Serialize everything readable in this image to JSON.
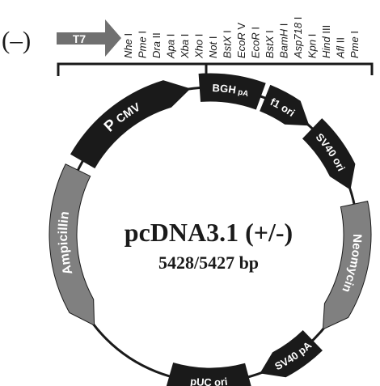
{
  "strand": "(–)",
  "promoter_tag": "T7",
  "mcs_sites": [
    {
      "name": "Nhe",
      "suffix": " I"
    },
    {
      "name": "Pme",
      "suffix": " I"
    },
    {
      "name": "Dra",
      "suffix": " II"
    },
    {
      "name": "Apa",
      "suffix": " I"
    },
    {
      "name": "Xba",
      "suffix": " I"
    },
    {
      "name": "Xho",
      "suffix": " I"
    },
    {
      "name": "Not",
      "suffix": " I"
    },
    {
      "name": "BstX",
      "suffix": " I"
    },
    {
      "name": "EcoR",
      "suffix": " V"
    },
    {
      "name": "EcoR",
      "suffix": " I"
    },
    {
      "name": "BstX",
      "suffix": " I"
    },
    {
      "name": "BamH",
      "suffix": " I"
    },
    {
      "name": "Asp718",
      "suffix": " I"
    },
    {
      "name": "Kpn",
      "suffix": " I"
    },
    {
      "name": "Hind",
      "suffix": " III"
    },
    {
      "name": "Afl",
      "suffix": " II"
    },
    {
      "name": "Pme",
      "suffix": " I"
    }
  ],
  "plasmid": {
    "name": "pcDNA3.1 (+/-)",
    "size": "5428/5427 bp"
  },
  "features": [
    {
      "id": "pcmv",
      "label_main": "P",
      "label_sub": "CMV",
      "color": "#1a1a1a",
      "text_color": "#ffffff"
    },
    {
      "id": "bgh",
      "label_main": "BGH",
      "label_sub": "pA",
      "color": "#1a1a1a",
      "text_color": "#ffffff"
    },
    {
      "id": "f1",
      "label_main": "f1 ori",
      "color": "#1a1a1a",
      "text_color": "#ffffff"
    },
    {
      "id": "sv40ori",
      "label_main": "SV40 ori",
      "color": "#1a1a1a",
      "text_color": "#ffffff"
    },
    {
      "id": "neo",
      "label_main": "Neomycin",
      "color": "#808080",
      "text_color": "#ffffff"
    },
    {
      "id": "sv40pa",
      "label_main": "SV40 pA",
      "color": "#1a1a1a",
      "text_color": "#ffffff"
    },
    {
      "id": "puc",
      "label_main": "pUC ori",
      "color": "#1a1a1a",
      "text_color": "#ffffff"
    },
    {
      "id": "amp",
      "label_main": "Ampicillin",
      "color": "#808080",
      "text_color": "#ffffff"
    }
  ]
}
